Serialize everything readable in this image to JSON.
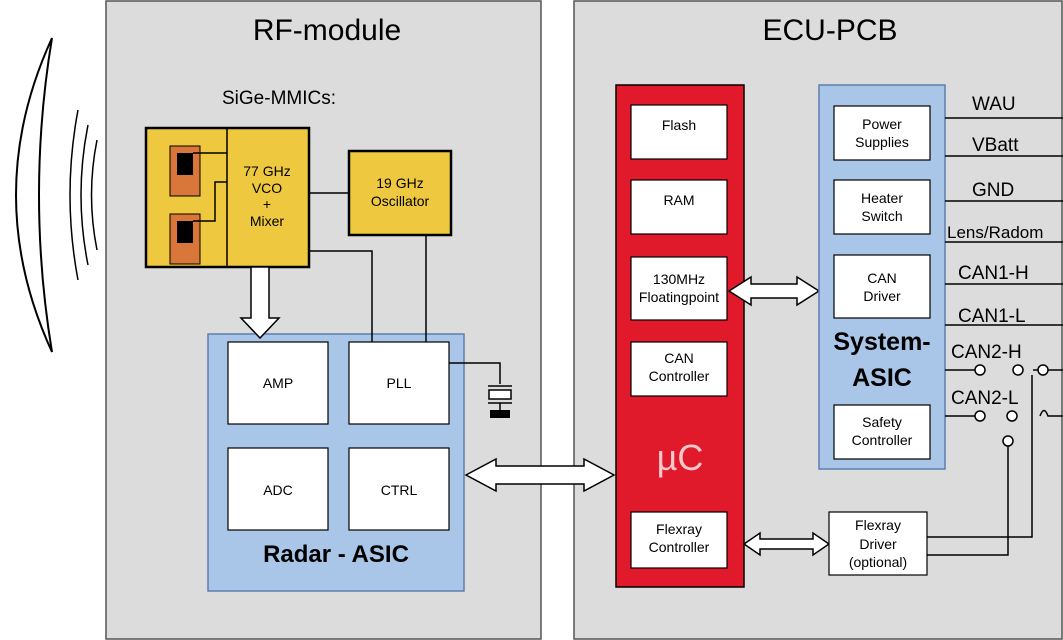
{
  "panels": {
    "rf_title": "RF-module",
    "ecu_title": "ECU-PCB"
  },
  "rf": {
    "mmic_label": "SiGe-MMICs:",
    "vco_line1": "77 GHz",
    "vco_line2": "VCO",
    "vco_line3": "+",
    "vco_line4": "Mixer",
    "osc_line1": "19 GHz",
    "osc_line2": "Oscillator"
  },
  "radar_asic": {
    "title": "Radar - ASIC",
    "amp": "AMP",
    "pll": "PLL",
    "adc": "ADC",
    "ctrl": "CTRL"
  },
  "uc": {
    "title": "µC",
    "flash": "Flash",
    "ram": "RAM",
    "fp_line1": "130MHz",
    "fp_line2": "Floatingpoint",
    "can_line1": "CAN",
    "can_line2": "Controller",
    "fr_line1": "Flexray",
    "fr_line2": "Controller"
  },
  "system_asic": {
    "title_line1": "System-",
    "title_line2": "ASIC",
    "power_line1": "Power",
    "power_line2": "Supplies",
    "heater_line1": "Heater",
    "heater_line2": "Switch",
    "candrv_line1": "CAN",
    "candrv_line2": "Driver",
    "safety_line1": "Safety",
    "safety_line2": "Controller"
  },
  "flexray_driver": {
    "line1": "Flexray",
    "line2": "Driver",
    "line3": "(optional)"
  },
  "pins": [
    "WAU",
    "VBatt",
    "GND",
    "Lens/Radom",
    "CAN1-H",
    "CAN1-L",
    "CAN2-H",
    "CAN2-L"
  ],
  "colors": {
    "panel": "#dcdcdc",
    "asic_blue": "#a9c6e8",
    "mmic_gold": "#eec940",
    "uc_red": "#e01a2a",
    "chip_orange": "#d9763a"
  }
}
